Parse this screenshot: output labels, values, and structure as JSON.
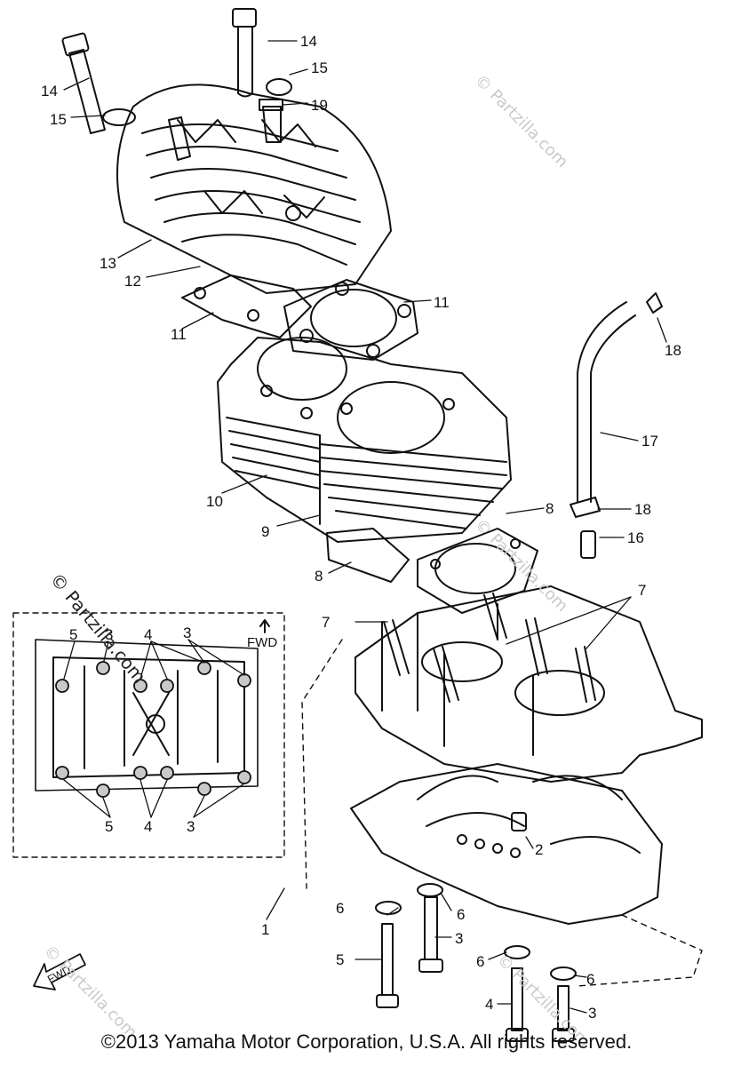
{
  "callouts": [
    "1",
    "2",
    "3",
    "4",
    "5",
    "6",
    "7",
    "8",
    "9",
    "10",
    "11",
    "12",
    "13",
    "14",
    "15",
    "16",
    "17",
    "18",
    "19"
  ],
  "detail_box": {
    "fwd_label": "FWD",
    "numbers": [
      "3",
      "4",
      "5"
    ]
  },
  "fwd_arrow_label": "FWD",
  "watermark": "© Partzilla.com",
  "copyright": "©2013  Yamaha Motor Corporation, U.S.A. All rights reserved."
}
